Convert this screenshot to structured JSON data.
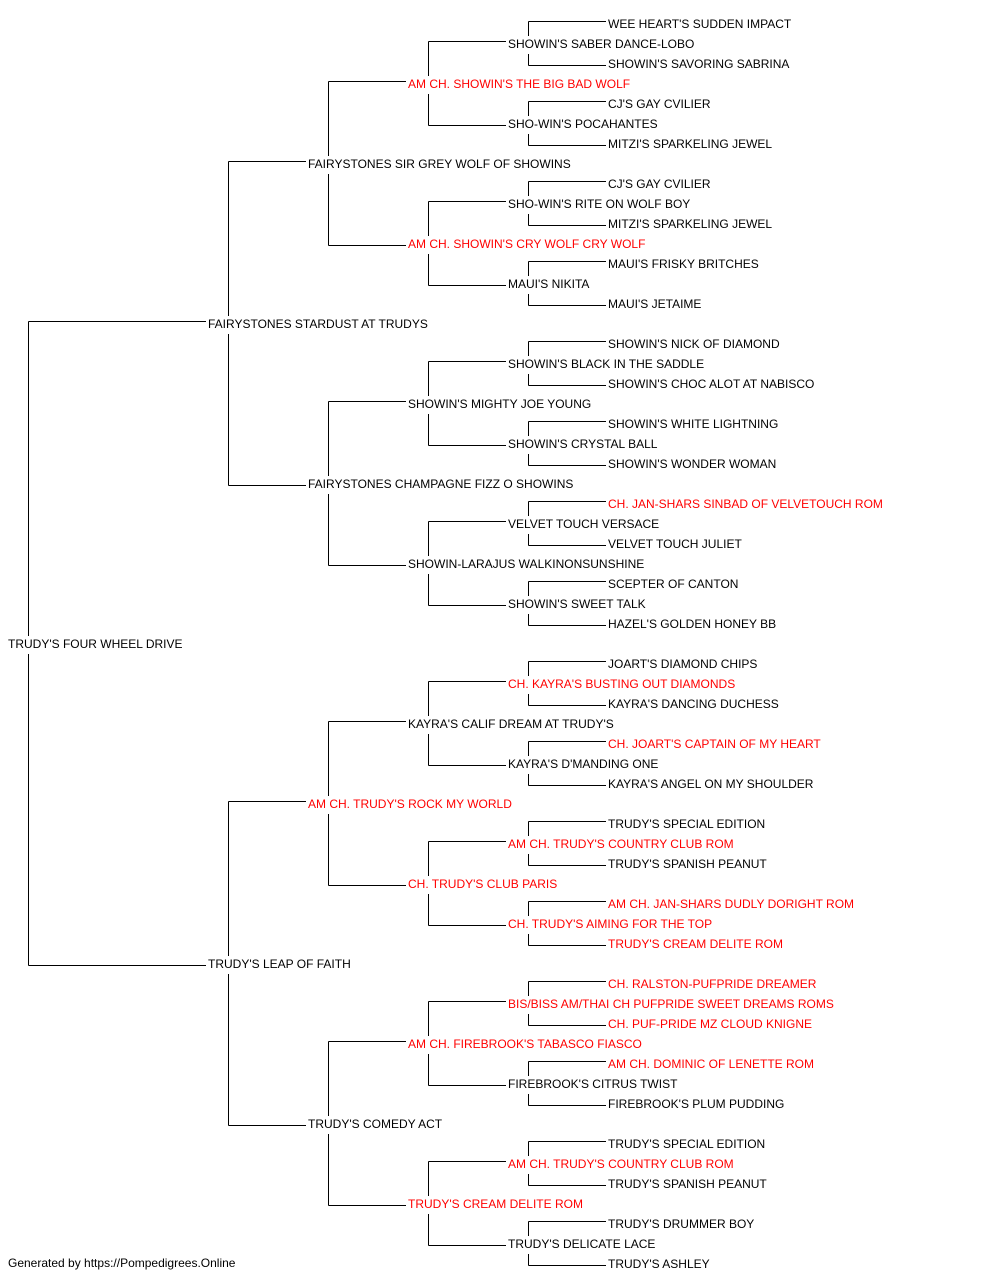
{
  "colors": {
    "champion": "#ff0000",
    "regular": "#000000",
    "line": "#000000"
  },
  "footer": "Generated by https://Pompedigrees.Online",
  "pedigree": {
    "name": "TRUDY'S FOUR WHEEL DRIVE",
    "champion": false,
    "parents": [
      {
        "name": "FAIRYSTONES STARDUST AT TRUDYS",
        "champion": false,
        "parents": [
          {
            "name": "FAIRYSTONES SIR GREY WOLF OF SHOWINS",
            "champion": false,
            "parents": [
              {
                "name": "AM CH. SHOWIN'S THE BIG BAD WOLF",
                "champion": true,
                "parents": [
                  {
                    "name": "SHOWIN'S SABER DANCE-LOBO",
                    "champion": false,
                    "parents": [
                      {
                        "name": "WEE HEART'S SUDDEN IMPACT",
                        "champion": false
                      },
                      {
                        "name": "SHOWIN'S SAVORING SABRINA",
                        "champion": false
                      }
                    ]
                  },
                  {
                    "name": "SHO-WIN'S POCAHANTES",
                    "champion": false,
                    "parents": [
                      {
                        "name": "CJ'S GAY CVILIER",
                        "champion": false
                      },
                      {
                        "name": "MITZI'S SPARKELING JEWEL",
                        "champion": false
                      }
                    ]
                  }
                ]
              },
              {
                "name": "AM CH. SHOWIN'S CRY WOLF CRY WOLF",
                "champion": true,
                "parents": [
                  {
                    "name": "SHO-WIN'S RITE ON WOLF BOY",
                    "champion": false,
                    "parents": [
                      {
                        "name": "CJ'S GAY CVILIER",
                        "champion": false
                      },
                      {
                        "name": "MITZI'S SPARKELING JEWEL",
                        "champion": false
                      }
                    ]
                  },
                  {
                    "name": "MAUI'S NIKITA",
                    "champion": false,
                    "parents": [
                      {
                        "name": "MAUI'S FRISKY BRITCHES",
                        "champion": false
                      },
                      {
                        "name": "MAUI'S JETAIME",
                        "champion": false
                      }
                    ]
                  }
                ]
              }
            ]
          },
          {
            "name": "FAIRYSTONES CHAMPAGNE FIZZ O SHOWINS",
            "champion": false,
            "parents": [
              {
                "name": "SHOWIN'S MIGHTY JOE YOUNG",
                "champion": false,
                "parents": [
                  {
                    "name": "SHOWIN'S BLACK IN THE SADDLE",
                    "champion": false,
                    "parents": [
                      {
                        "name": "SHOWIN'S NICK OF DIAMOND",
                        "champion": false
                      },
                      {
                        "name": "SHOWIN'S CHOC ALOT AT NABISCO",
                        "champion": false
                      }
                    ]
                  },
                  {
                    "name": "SHOWIN'S CRYSTAL BALL",
                    "champion": false,
                    "parents": [
                      {
                        "name": "SHOWIN'S WHITE LIGHTNING",
                        "champion": false
                      },
                      {
                        "name": "SHOWIN'S WONDER WOMAN",
                        "champion": false
                      }
                    ]
                  }
                ]
              },
              {
                "name": "SHOWIN-LARAJUS WALKINONSUNSHINE",
                "champion": false,
                "parents": [
                  {
                    "name": "VELVET TOUCH VERSACE",
                    "champion": false,
                    "parents": [
                      {
                        "name": "CH. JAN-SHARS SINBAD OF VELVETOUCH ROM",
                        "champion": true
                      },
                      {
                        "name": "VELVET TOUCH JULIET",
                        "champion": false
                      }
                    ]
                  },
                  {
                    "name": "SHOWIN'S SWEET TALK",
                    "champion": false,
                    "parents": [
                      {
                        "name": "SCEPTER OF CANTON",
                        "champion": false
                      },
                      {
                        "name": "HAZEL'S GOLDEN HONEY BB",
                        "champion": false
                      }
                    ]
                  }
                ]
              }
            ]
          }
        ]
      },
      {
        "name": "TRUDY'S LEAP OF FAITH",
        "champion": false,
        "parents": [
          {
            "name": "AM CH. TRUDY'S ROCK MY WORLD",
            "champion": true,
            "parents": [
              {
                "name": "KAYRA'S CALIF DREAM AT TRUDY'S",
                "champion": false,
                "parents": [
                  {
                    "name": "CH. KAYRA'S BUSTING OUT DIAMONDS",
                    "champion": true,
                    "parents": [
                      {
                        "name": "JOART'S DIAMOND CHIPS",
                        "champion": false
                      },
                      {
                        "name": "KAYRA'S DANCING DUCHESS",
                        "champion": false
                      }
                    ]
                  },
                  {
                    "name": "KAYRA'S D'MANDING ONE",
                    "champion": false,
                    "parents": [
                      {
                        "name": "CH. JOART'S CAPTAIN OF MY HEART",
                        "champion": true
                      },
                      {
                        "name": "KAYRA'S ANGEL ON MY SHOULDER",
                        "champion": false
                      }
                    ]
                  }
                ]
              },
              {
                "name": "CH. TRUDY'S CLUB PARIS",
                "champion": true,
                "parents": [
                  {
                    "name": "AM CH. TRUDY'S COUNTRY CLUB ROM",
                    "champion": true,
                    "parents": [
                      {
                        "name": "TRUDY'S SPECIAL EDITION",
                        "champion": false
                      },
                      {
                        "name": "TRUDY'S SPANISH PEANUT",
                        "champion": false
                      }
                    ]
                  },
                  {
                    "name": "CH. TRUDY'S AIMING FOR THE TOP",
                    "champion": true,
                    "parents": [
                      {
                        "name": "AM CH. JAN-SHARS DUDLY DORIGHT ROM",
                        "champion": true
                      },
                      {
                        "name": "TRUDY'S CREAM DELITE ROM",
                        "champion": true
                      }
                    ]
                  }
                ]
              }
            ]
          },
          {
            "name": "TRUDY'S COMEDY ACT",
            "champion": false,
            "parents": [
              {
                "name": "AM CH. FIREBROOK'S TABASCO FIASCO",
                "champion": true,
                "parents": [
                  {
                    "name": "BIS/BISS AM/THAI CH PUFPRIDE SWEET DREAMS ROMS",
                    "champion": true,
                    "parents": [
                      {
                        "name": "CH. RALSTON-PUFPRIDE DREAMER",
                        "champion": true
                      },
                      {
                        "name": "CH. PUF-PRIDE MZ CLOUD KNIGNE",
                        "champion": true
                      }
                    ]
                  },
                  {
                    "name": "FIREBROOK'S CITRUS TWIST",
                    "champion": false,
                    "parents": [
                      {
                        "name": "AM CH. DOMINIC OF LENETTE ROM",
                        "champion": true
                      },
                      {
                        "name": "FIREBROOK'S PLUM PUDDING",
                        "champion": false
                      }
                    ]
                  }
                ]
              },
              {
                "name": "TRUDY'S CREAM DELITE ROM",
                "champion": true,
                "parents": [
                  {
                    "name": "AM CH. TRUDY'S COUNTRY CLUB ROM",
                    "champion": true,
                    "parents": [
                      {
                        "name": "TRUDY'S SPECIAL EDITION",
                        "champion": false
                      },
                      {
                        "name": "TRUDY'S SPANISH PEANUT",
                        "champion": false
                      }
                    ]
                  },
                  {
                    "name": "TRUDY'S DELICATE LACE",
                    "champion": false,
                    "parents": [
                      {
                        "name": "TRUDY'S DRUMMER BOY",
                        "champion": false
                      },
                      {
                        "name": "TRUDY'S ASHLEY",
                        "champion": false
                      }
                    ]
                  }
                ]
              }
            ]
          }
        ]
      }
    ]
  }
}
